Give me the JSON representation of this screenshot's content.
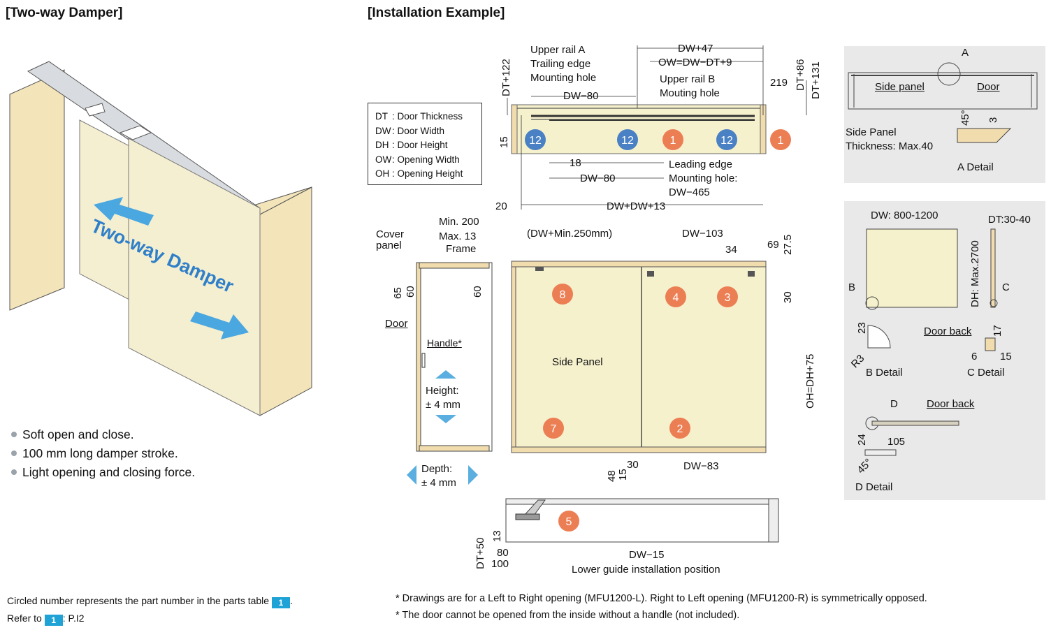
{
  "headings": {
    "left": "[Two-way Damper]",
    "right": "[Installation Example]"
  },
  "illustration": {
    "banner": "Two-way Damper"
  },
  "features": [
    "Soft open and close.",
    "100 mm long damper stroke.",
    "Light opening and closing force."
  ],
  "legend": [
    {
      "abbr": "DT",
      "text": ": Door Thickness"
    },
    {
      "abbr": "DW",
      "text": ": Door Width"
    },
    {
      "abbr": "DH",
      "text": ": Door Height"
    },
    {
      "abbr": "OW",
      "text": ": Opening Width"
    },
    {
      "abbr": "OH",
      "text": ": Opening Height"
    }
  ],
  "top_view": {
    "upper_rail_a": [
      "Upper rail A",
      "Trailing edge",
      "Mounting hole"
    ],
    "upper_rail_b": [
      "Upper rail B",
      "Mouting hole"
    ],
    "dw_plus_47": "DW+47",
    "ow": "OW=DW−DT+9",
    "d219": "219",
    "dt86": "DT+86",
    "dt131": "DT+131",
    "dt122": "DT+122",
    "dw80a": "DW−80",
    "d15": "15",
    "d18": "18",
    "dw80b": "DW−80",
    "leading": [
      "Leading edge",
      "Mounting hole:",
      "DW−465"
    ],
    "d20": "20",
    "total": "DW+DW+13",
    "parts": [
      "12",
      "12",
      "1",
      "12",
      "1"
    ]
  },
  "side_view": {
    "min200": "Min. 200",
    "max13": "Max. 13",
    "frame": "Frame",
    "cover": [
      "Cover",
      "panel"
    ],
    "d65": "65",
    "d60a": "60",
    "d60b": "60",
    "door": "Door",
    "handle": "Handle*",
    "height": [
      "Height:",
      "± 4 mm"
    ],
    "depth": [
      "Depth:",
      "± 4 mm"
    ]
  },
  "front_view": {
    "dwmin250": "(DW+Min.250mm)",
    "dw103": "DW−103",
    "d34": "34",
    "d69": "69",
    "d275": "27.5",
    "d30v": "30",
    "oh": "OH=DH+75",
    "panel": "Side Panel",
    "d48": "48",
    "d15": "15",
    "d30": "30",
    "dw83": "DW−83",
    "parts": [
      "8",
      "4",
      "3",
      "7",
      "2"
    ]
  },
  "bottom_view": {
    "dt50": "DT+50",
    "d13": "13",
    "d80": "80",
    "d100": "100",
    "dw15": "DW−15",
    "caption": "Lower guide installation position",
    "part": "5"
  },
  "detail_a": {
    "a": "A",
    "side": "Side panel",
    "door": "Door",
    "d45": "45°",
    "d3": "3",
    "thick": [
      "Side Panel",
      "Thickness: Max.40"
    ],
    "caption": "A Detail"
  },
  "detail_door": {
    "dw": "DW: 800-1200",
    "dt": "DT:30-40",
    "dh": "DH: Max.2700",
    "b": "B",
    "c": "C",
    "b23": "23",
    "r3": "R3",
    "bcap": "B Detail",
    "doorback1": "Door back",
    "c17": "17",
    "c6": "6",
    "c15": "15",
    "ccap": "C Detail",
    "d": "D",
    "doorback2": "Door back",
    "d24": "24",
    "d105": "105",
    "d45": "45°",
    "dcap": "D Detail"
  },
  "footer": {
    "left1": "Circled number represents the part number in the parts table",
    "badge": "1",
    "left2a": "Refer to",
    "left2b": ": P.I2",
    "right1": "* Drawings are for a Left to Right opening (MFU1200-L). Right to Left opening (MFU1200-R) is symmetrically opposed.",
    "right2": "* The door cannot be opened from the inside without a handle (not included)."
  },
  "colors": {
    "panel": "#f6f1cd",
    "wood": "#f1dcae",
    "orange": "#ec7e54",
    "blue": "#4a80c4",
    "arrow": "#5aaee0",
    "badge": "#1fa2d6",
    "gray": "#e9e9ea"
  }
}
